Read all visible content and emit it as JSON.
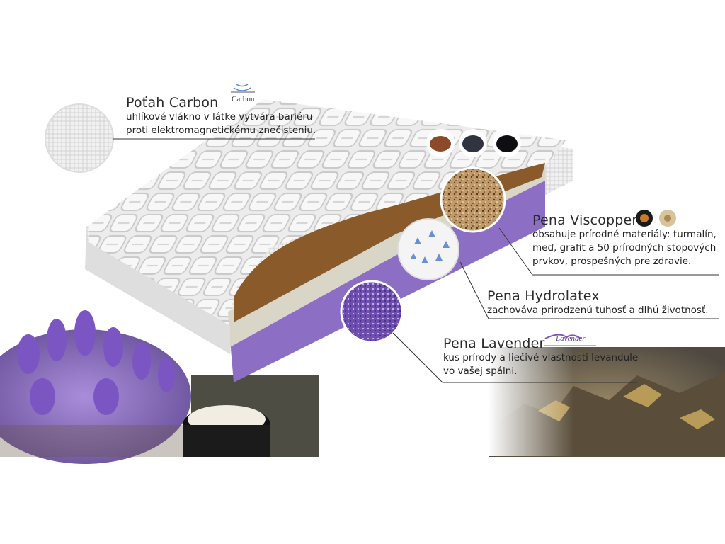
{
  "annotations": {
    "carbon": {
      "title": "Poťah Carbon",
      "badge": "Carbon",
      "lines": [
        "uhlíkové vlákno v látke vytvára bariéru",
        "proti elektromagnetickému znečisteniu."
      ]
    },
    "viscopper": {
      "title": "Pena Viscopper",
      "lines": [
        "obsahuje prírodné materiály: turmalín,",
        "meď, grafit a 50 prírodných stopových",
        "prvkov, prospešných pre zdravie."
      ]
    },
    "hydrolatex": {
      "title": "Pena Hydrolatex",
      "lines": [
        "zachováva prirodzenú tuhosť a dlhú životnosť."
      ]
    },
    "lavender": {
      "title": "Pena Lavender",
      "badge": "Lavender",
      "lines": [
        "kus prírody a liečivé vlastnosti levandule",
        "vo vašej spálni."
      ]
    }
  },
  "colors": {
    "cover": "#e9e9e9",
    "viscopper_layer": "#8a5a2b",
    "hydrolatex_layer": "#d9d6c8",
    "lavender_layer": "#8c6fc4",
    "leader_line": "#333333"
  }
}
